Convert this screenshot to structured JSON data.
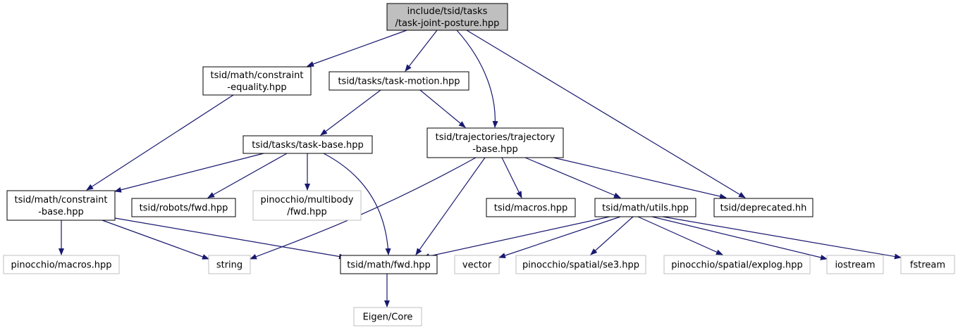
{
  "colors": {
    "edge": "#191970",
    "box_border": "#000000",
    "external_border": "#bfbfbf",
    "root_fill": "#bfbfbf",
    "fill": "#ffffff"
  },
  "nodes": [
    {
      "id": "task-joint-posture",
      "lines": [
        "include/tsid/tasks",
        "/task-joint-posture.hpp"
      ],
      "kind": "root"
    },
    {
      "id": "constraint-equality",
      "lines": [
        "tsid/math/constraint",
        "-equality.hpp"
      ],
      "kind": "file"
    },
    {
      "id": "task-motion",
      "lines": [
        "tsid/tasks/task-motion.hpp"
      ],
      "kind": "file"
    },
    {
      "id": "trajectory-base",
      "lines": [
        "tsid/trajectories/trajectory",
        "-base.hpp"
      ],
      "kind": "file"
    },
    {
      "id": "deprecated",
      "lines": [
        "tsid/deprecated.hh"
      ],
      "kind": "file"
    },
    {
      "id": "task-base",
      "lines": [
        "tsid/tasks/task-base.hpp"
      ],
      "kind": "file"
    },
    {
      "id": "constraint-base",
      "lines": [
        "tsid/math/constraint",
        "-base.hpp"
      ],
      "kind": "file"
    },
    {
      "id": "robots-fwd",
      "lines": [
        "tsid/robots/fwd.hpp"
      ],
      "kind": "file"
    },
    {
      "id": "multibody-fwd",
      "lines": [
        "pinocchio/multibody",
        "/fwd.hpp"
      ],
      "kind": "external"
    },
    {
      "id": "tsid-macros",
      "lines": [
        "tsid/macros.hpp"
      ],
      "kind": "file"
    },
    {
      "id": "math-utils",
      "lines": [
        "tsid/math/utils.hpp"
      ],
      "kind": "file"
    },
    {
      "id": "pinocchio-macros",
      "lines": [
        "pinocchio/macros.hpp"
      ],
      "kind": "external"
    },
    {
      "id": "string",
      "lines": [
        "string"
      ],
      "kind": "external"
    },
    {
      "id": "math-fwd",
      "lines": [
        "tsid/math/fwd.hpp"
      ],
      "kind": "file"
    },
    {
      "id": "vector",
      "lines": [
        "vector"
      ],
      "kind": "external"
    },
    {
      "id": "se3",
      "lines": [
        "pinocchio/spatial/se3.hpp"
      ],
      "kind": "external"
    },
    {
      "id": "explog",
      "lines": [
        "pinocchio/spatial/explog.hpp"
      ],
      "kind": "external"
    },
    {
      "id": "iostream",
      "lines": [
        "iostream"
      ],
      "kind": "external"
    },
    {
      "id": "fstream",
      "lines": [
        "fstream"
      ],
      "kind": "external"
    },
    {
      "id": "eigen-core",
      "lines": [
        "Eigen/Core"
      ],
      "kind": "external"
    }
  ],
  "edges": [
    {
      "from": "task-joint-posture",
      "to": "constraint-equality"
    },
    {
      "from": "task-joint-posture",
      "to": "task-motion"
    },
    {
      "from": "task-joint-posture",
      "to": "trajectory-base"
    },
    {
      "from": "task-joint-posture",
      "to": "deprecated"
    },
    {
      "from": "constraint-equality",
      "to": "constraint-base"
    },
    {
      "from": "task-motion",
      "to": "task-base"
    },
    {
      "from": "task-motion",
      "to": "trajectory-base"
    },
    {
      "from": "task-base",
      "to": "constraint-base"
    },
    {
      "from": "task-base",
      "to": "robots-fwd"
    },
    {
      "from": "task-base",
      "to": "multibody-fwd"
    },
    {
      "from": "task-base",
      "to": "math-fwd"
    },
    {
      "from": "trajectory-base",
      "to": "string"
    },
    {
      "from": "trajectory-base",
      "to": "math-fwd"
    },
    {
      "from": "trajectory-base",
      "to": "tsid-macros"
    },
    {
      "from": "trajectory-base",
      "to": "math-utils"
    },
    {
      "from": "trajectory-base",
      "to": "deprecated"
    },
    {
      "from": "constraint-base",
      "to": "pinocchio-macros"
    },
    {
      "from": "constraint-base",
      "to": "string"
    },
    {
      "from": "constraint-base",
      "to": "math-fwd"
    },
    {
      "from": "math-utils",
      "to": "math-fwd"
    },
    {
      "from": "math-utils",
      "to": "vector"
    },
    {
      "from": "math-utils",
      "to": "se3"
    },
    {
      "from": "math-utils",
      "to": "explog"
    },
    {
      "from": "math-utils",
      "to": "iostream"
    },
    {
      "from": "math-utils",
      "to": "fstream"
    },
    {
      "from": "math-fwd",
      "to": "eigen-core"
    }
  ]
}
